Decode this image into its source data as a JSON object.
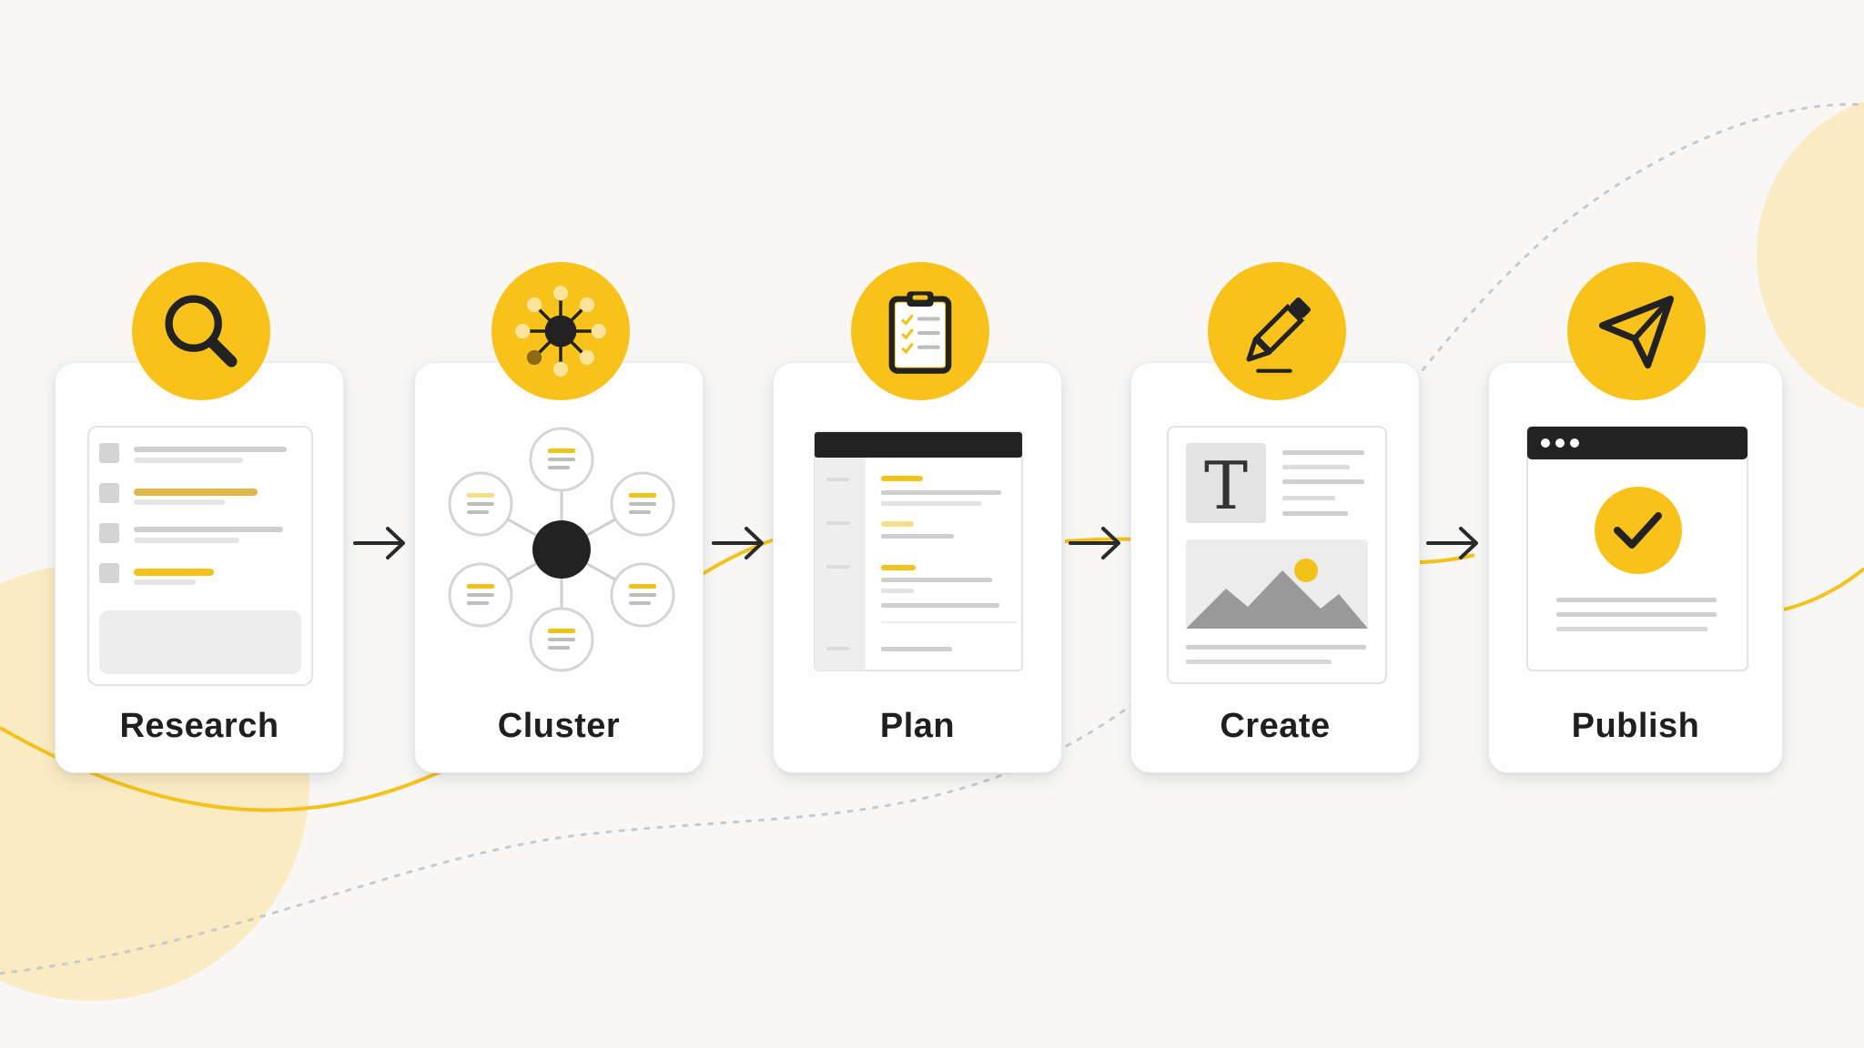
{
  "steps": [
    {
      "label": "Research",
      "icon": "search-icon"
    },
    {
      "label": "Cluster",
      "icon": "hub-network-icon"
    },
    {
      "label": "Plan",
      "icon": "clipboard-checklist-icon"
    },
    {
      "label": "Create",
      "icon": "pencil-icon"
    },
    {
      "label": "Publish",
      "icon": "paper-plane-icon"
    }
  ],
  "colors": {
    "accent": "#f8c21a",
    "ink": "#222222",
    "card": "#fdfdfd",
    "background": "#f8f7f5"
  }
}
